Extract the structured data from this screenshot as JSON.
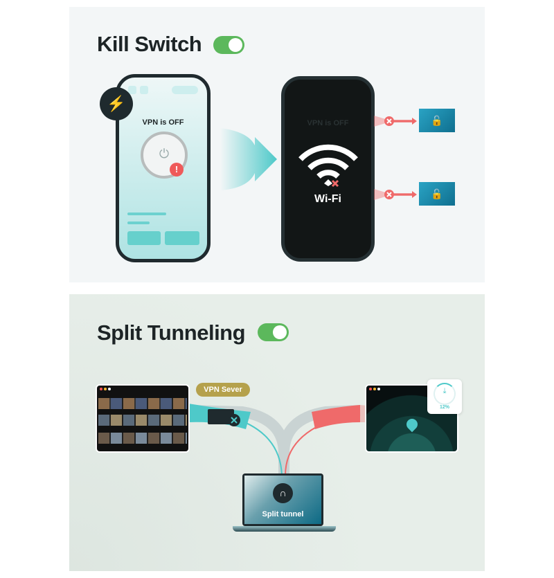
{
  "kill_switch": {
    "title": "Kill Switch",
    "toggle_on": true,
    "phone_status": "VPN is OFF",
    "blocked_status": "VPN is OFF",
    "network_label": "Wi-Fi",
    "icons": [
      "unplug-icon",
      "power-icon",
      "alert-icon",
      "wifi-icon",
      "blocked-icon",
      "unlocked-envelope-icon"
    ]
  },
  "split_tunneling": {
    "title": "Split Tunneling",
    "toggle_on": true,
    "server_label": "VPN Sever",
    "download_percent": "12%",
    "download_progress": 0.12,
    "laptop_label": "Split tunnel",
    "icons": [
      "tunnel-icon",
      "download-icon",
      "location-pin-icon"
    ]
  },
  "colors": {
    "toggle": "#5cb85c",
    "teal": "#4ec9c9",
    "red": "#ef6a6a",
    "dark": "#1f2a2e",
    "label": "#b5a14c"
  }
}
